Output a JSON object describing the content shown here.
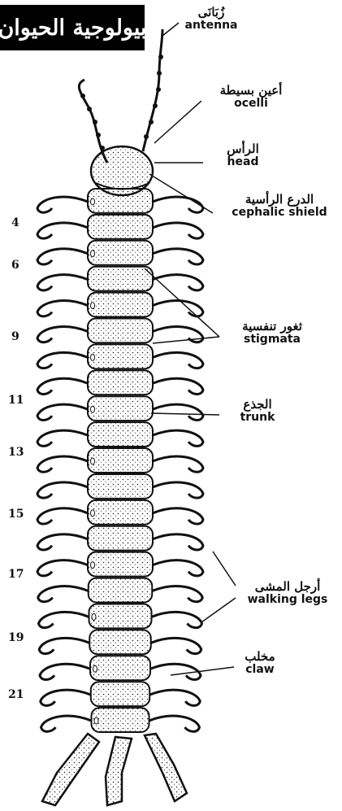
{
  "title": "بيولوجية الحيوان",
  "labels": {
    "antenna": {
      "ar": "زُبَانَى",
      "en": "antenna"
    },
    "ocelli": {
      "ar": "أعين بسيطة",
      "en": "ocelli"
    },
    "head": {
      "ar": "الرأس",
      "en": "head"
    },
    "cephalic_shield": {
      "ar": "الدرع الرأسية",
      "en": "cephalic shield"
    },
    "stigmata": {
      "ar": "ثغور تنفسية",
      "en": "stigmata"
    },
    "trunk": {
      "ar": "الجذع",
      "en": "trunk"
    },
    "walking_legs": {
      "ar": "أرجل المشى",
      "en": "walking legs"
    },
    "claw": {
      "ar": "مخلب",
      "en": "claw"
    }
  },
  "segment_numbers": [
    "4",
    "6",
    "9",
    "11",
    "13",
    "15",
    "17",
    "19",
    "21"
  ]
}
